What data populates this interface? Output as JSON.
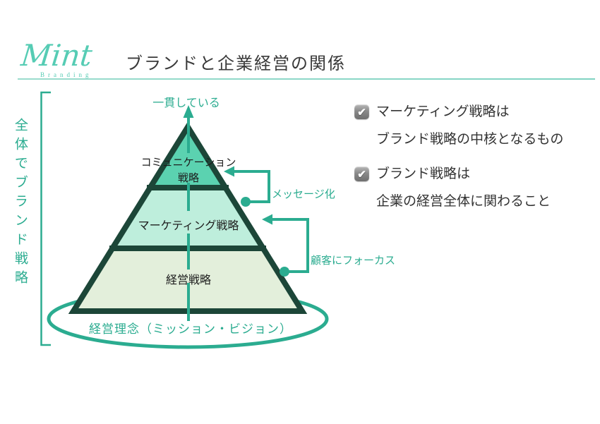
{
  "header": {
    "logo_text": "Mint",
    "logo_subtext": "Branding",
    "title": "ブランドと企業経営の関係"
  },
  "left_bracket_label": "全体でブランド戦略",
  "pyramid": {
    "top_caption": "一貫している",
    "layers": [
      {
        "line1": "コミュニケーション",
        "line2": "戦略",
        "fill": "#5BD2B0"
      },
      {
        "line1": "マーケティング戦略",
        "fill": "#BEEEDC"
      },
      {
        "line1": "経営戦略",
        "fill": "#E3EFDB"
      }
    ],
    "base_caption": "経営理念（ミッション・ビジョン）"
  },
  "annotations": [
    {
      "text": "メッセージ化"
    },
    {
      "text": "顧客にフォーカス"
    }
  ],
  "checklist": [
    {
      "checkmark": "✔",
      "line1": "マーケティング戦略は",
      "line2": "ブランド戦略の中核となるもの"
    },
    {
      "checkmark": "✔",
      "line1": "ブランド戦略は",
      "line2": "企業の経営全体に関わること"
    }
  ],
  "colors": {
    "accent_teal": "#2BAC90",
    "logo_teal": "#56CCB4",
    "border_dark_green": "#1C4638",
    "layer_top_fill": "#5BD2B0",
    "layer_mid_fill": "#BEEEDC",
    "layer_bottom_fill": "#E3EFDB",
    "title_text": "#3A3A3A",
    "checkbox_gray": "#8A8A8A"
  }
}
